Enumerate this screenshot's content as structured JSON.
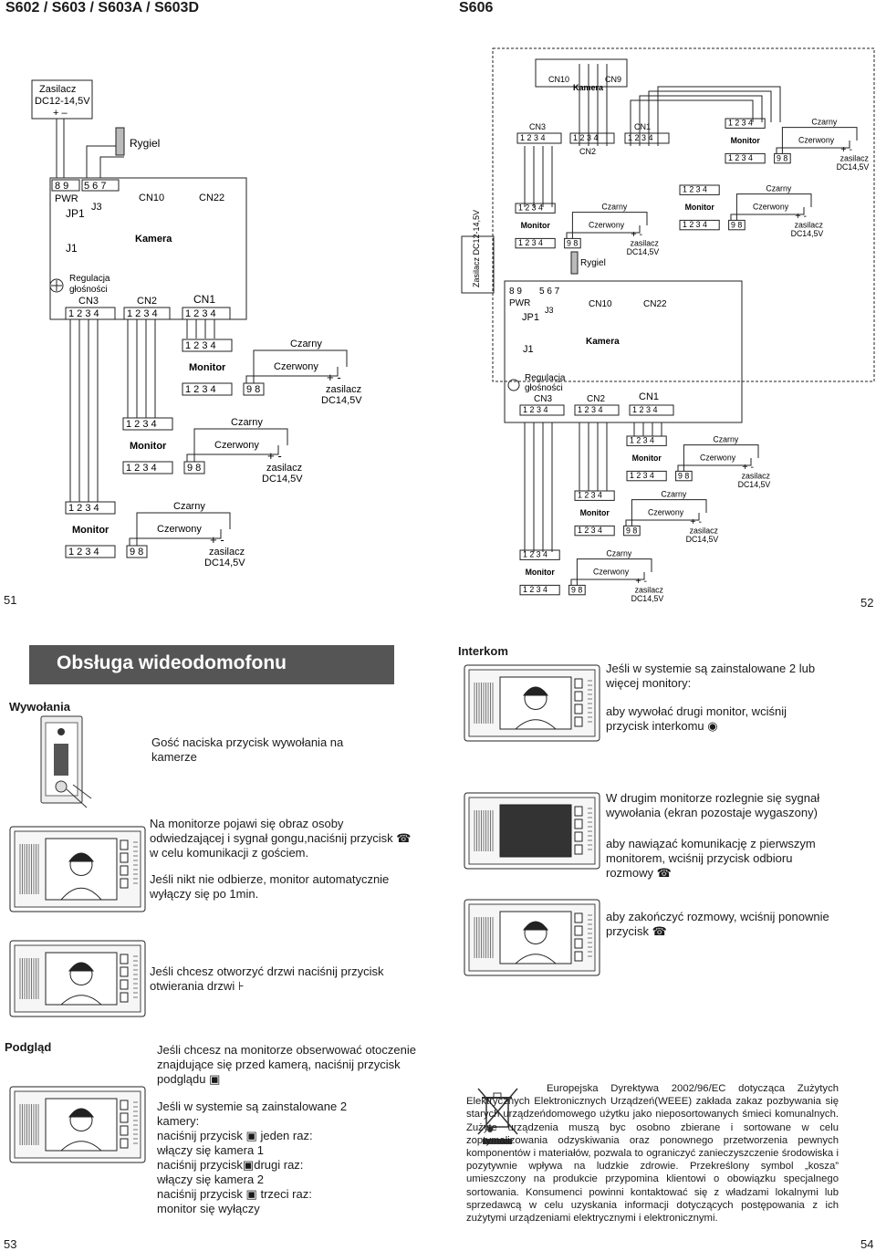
{
  "headers": {
    "left": "S602 / S603 / S603A / S603D",
    "right": "S606"
  },
  "page_numbers": {
    "p51": "51",
    "p52": "52",
    "p53": "53",
    "p54": "54"
  },
  "diagram_left": {
    "psu": [
      "Zasilacz",
      "DC12-14,5V",
      "+  –"
    ],
    "lock": "Rygiel",
    "panel": {
      "pins_89": "8 9",
      "pins_567": "5 6 7",
      "pwr": "PWR",
      "jp1": "JP1",
      "j3": "J3",
      "j1": "J1",
      "cn10": "CN10",
      "cn22": "CN22",
      "camera": "Kamera",
      "volume": [
        "Regulacja",
        "głośności"
      ],
      "cn3": "CN3",
      "cn2": "CN2",
      "cn1": "CN1"
    }
  },
  "diagram_right": {
    "cn10": "CN10",
    "cn9": "CN9",
    "camera": "Kamera",
    "cn3": "CN3",
    "cn2": "CN2",
    "cn1": "CN1",
    "psu_vertical": "Zasilacz DC12-14,5V",
    "lock": "Rygiel",
    "panel": {
      "pins_89": "8 9",
      "pins_567": "5 6 7",
      "pwr": "PWR",
      "jp1": "JP1",
      "j3": "J3",
      "j1": "J1",
      "cn10": "CN10",
      "cn22": "CN22",
      "camera": "Kamera",
      "volume": [
        "Regulacja",
        "głośności"
      ],
      "cn3": "CN3",
      "cn2": "CN2",
      "cn1": "CN1"
    }
  },
  "monitor_block": {
    "pins": "1 2 3 4",
    "label": "Monitor",
    "pins_98": "9 8",
    "wire_black": "Czarny",
    "wire_red": "Czerwony",
    "psu_sign": "+  -",
    "psu_label": "zasilacz",
    "psu_value": "DC14,5V"
  },
  "manual": {
    "title": "Obsługa wideodomofonu",
    "calls_label": "Wywołania",
    "calls_step1": "Gość naciska przycisk wywołania na kamerze",
    "calls_step2": "Na monitorze pojawi się obraz osoby odwiedzającej i sygnał gongu,naciśnij przycisk",
    "calls_step2b": "w celu komunikacji z gościem.",
    "calls_step3": "Jeśli nikt nie odbierze, monitor automatycznie wyłączy się po 1min.",
    "calls_step4": "Jeśli chcesz otworzyć drzwi naciśnij przycisk otwierania drzwi",
    "intercom_label": "Interkom",
    "intercom_1": "Jeśli w systemie są zainstalowane 2 lub więcej monitory:",
    "intercom_2": "aby wywołać drugi monitor, wciśnij przycisk interkomu",
    "intercom_3": "W drugim monitorze rozlegnie się sygnał wywołania (ekran pozostaje wygaszony)",
    "intercom_4": "aby nawiązać komunikację z pierwszym monitorem, wciśnij przycisk odbioru rozmowy",
    "intercom_5": "aby zakończyć rozmowy, wciśnij ponownie przycisk",
    "preview_label": "Podgląd",
    "preview_1": "Jeśli chcesz na monitorze obserwować otoczenie znajdujące się przed kamerą, naciśnij przycisk podglądu",
    "preview_2": "Jeśli w systemie są zainstalowane 2 kamery:",
    "preview_3": "naciśnij przycisk",
    "preview_3b": "jeden raz:",
    "preview_4": "włączy się kamera 1",
    "preview_5": "naciśnij przycisk",
    "preview_5b": "drugi raz:",
    "preview_6": "włączy się kamera 2",
    "preview_7": "naciśnij przycisk",
    "preview_7b": "trzeci raz:",
    "preview_8": "monitor się wyłączy",
    "weee": "Europejska Dyrektywa 2002/96/EC dotycząca Zużytych Elektrycznych Elektronicznych Urządzeń(WEEE) zakłada zakaz pozbywania się starych urządzeńdomowego użytku jako nieposortowanych śmieci komunalnych. Zużyte urządzenia muszą byc osobno zbierane i sortowane w celu zoptymalizowania odzyskiwania oraz ponownego przetworzenia pewnych komponentów i materiałów, pozwala to ograniczyć zanieczyszczenie środowiska i pozytywnie wpływa na ludzkie zdrowie. Przekreślony symbol „kosza” umieszczony na produkcie przypomina klientowi o obowiązku specjalnego sortowania. Konsumenci powinni kontaktować się z władzami lokalnymi lub sprzedawcą w celu uzyskania informacji dotyczących postępowania z ich zużytymi urządzeniami elektrycznymi i elektronicznymi."
  }
}
